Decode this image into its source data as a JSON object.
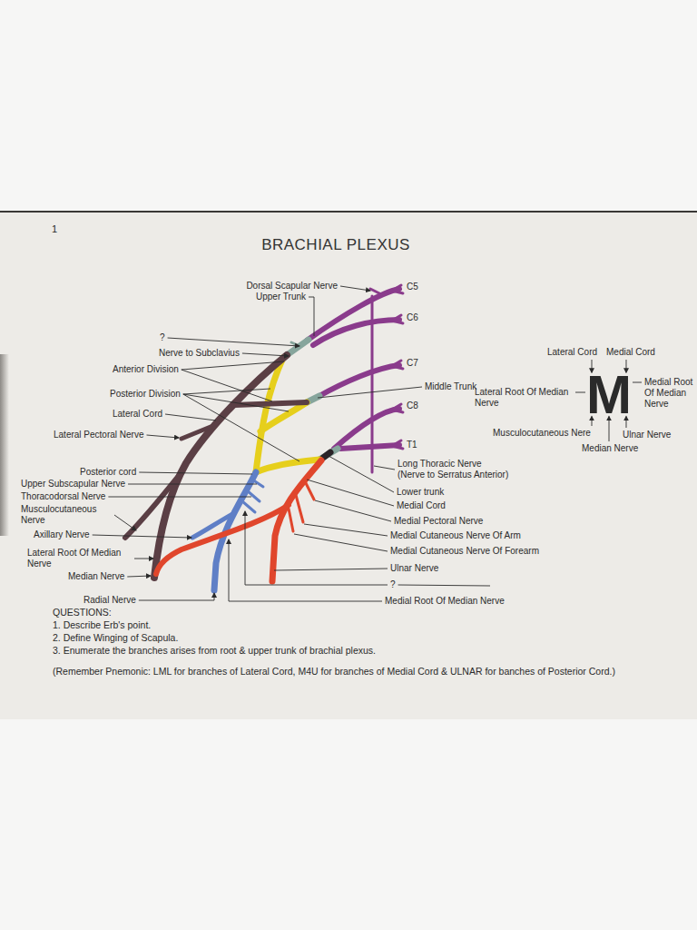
{
  "diagram": {
    "title": "BRACHIAL PLEXUS",
    "labels": [
      "1",
      "Dorsal Scapular Nerve",
      "Upper Trunk",
      "C5",
      "C6",
      "?",
      "Nerve to Subclavius",
      "Anterior Division",
      "C7",
      "Middle Trunk",
      "Posterior Division",
      "Lateral Cord",
      "C8",
      "Lateral Pectoral Nerve",
      "T1",
      "Posterior cord",
      "Long Thoracic Nerve (Nerve to Serratus Anterior)",
      "Upper Subscapular Nerve",
      "Lower trunk",
      "Thoracodorsal Nerve",
      "Medial Cord",
      "Musculocutaneous Nerve",
      "Medial Pectoral Nerve",
      "Axillary Nerve",
      "Medial Cutaneous Nerve Of Arm",
      "Medial Cutaneous Nerve Of Forearm",
      "Lateral Root Of Median Nerve",
      "Median Nerve",
      "Ulnar Nerve",
      "?",
      "Radial Nerve",
      "Medial Root Of Median Nerve",
      "Lateral Cord",
      "Medial Cord",
      "M",
      "Medial Root Of Median Nerve",
      "Lateral Root Of Median Nerve",
      "Musculocutaneous Nere",
      "Ulnar Nerve",
      "Median Nerve",
      "QUESTIONS:",
      "1. Describe Erb's point.",
      "2. Define Winging of Scapula.",
      "3. Enumerate the branches arises from root & upper trunk of brachial plexus.",
      "(Remember Pnemonic: LML for branches of Lateral Cord, M4U for branches of Medial Cord & ULNAR for banches of Posterior Cord.)"
    ]
  }
}
